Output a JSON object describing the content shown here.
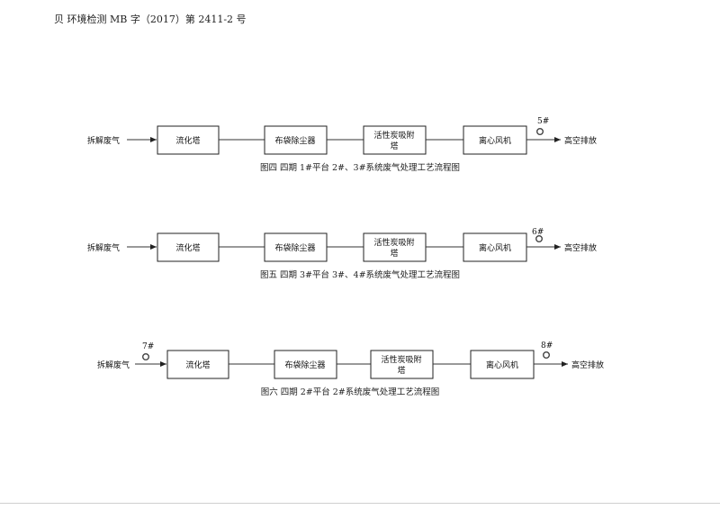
{
  "header": "贝   环境检测   MB 字（2017）第 2411-2 号",
  "labels": {
    "input": "拆解废气",
    "output": "高空排放",
    "box1": "流化塔",
    "box2": "布袋除尘器",
    "box3_line1": "活性炭吸附",
    "box3_line2": "塔",
    "box4": "离心风机"
  },
  "diagrams": [
    {
      "caption": "图四    四期 1#平台 2#、3#系统废气处理工艺流程图",
      "points": [
        "5#"
      ]
    },
    {
      "caption": "图五    四期 3#平台 3#、4#系统废气处理工艺流程图",
      "points": [
        "6#"
      ]
    },
    {
      "caption": "图六    四期 2#平台 2#系统废气处理工艺流程图",
      "points": [
        "7#",
        "8#"
      ]
    }
  ]
}
